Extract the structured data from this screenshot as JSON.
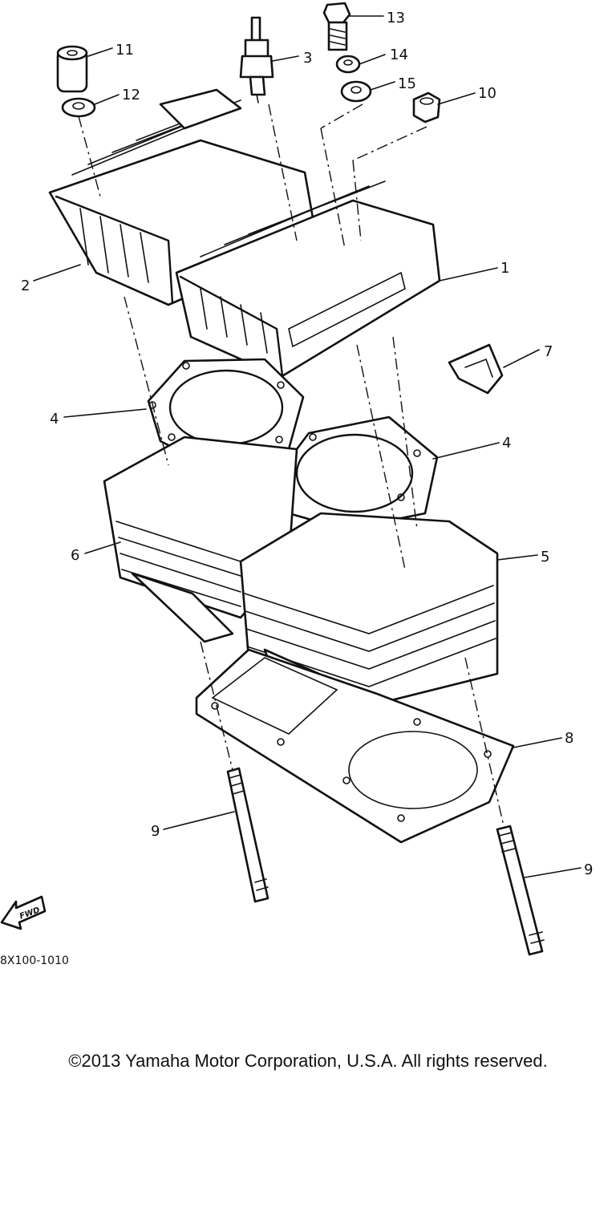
{
  "callouts": [
    {
      "id": "c1",
      "label": "1"
    },
    {
      "id": "c2",
      "label": "2"
    },
    {
      "id": "c3",
      "label": "3"
    },
    {
      "id": "c4a",
      "label": "4"
    },
    {
      "id": "c4b",
      "label": "4"
    },
    {
      "id": "c5",
      "label": "5"
    },
    {
      "id": "c6",
      "label": "6"
    },
    {
      "id": "c7",
      "label": "7"
    },
    {
      "id": "c8",
      "label": "8"
    },
    {
      "id": "c9a",
      "label": "9"
    },
    {
      "id": "c9b",
      "label": "9"
    },
    {
      "id": "c10",
      "label": "10"
    },
    {
      "id": "c11",
      "label": "11"
    },
    {
      "id": "c12",
      "label": "12"
    },
    {
      "id": "c13",
      "label": "13"
    },
    {
      "id": "c14",
      "label": "14"
    },
    {
      "id": "c15",
      "label": "15"
    }
  ],
  "fwd_label": "FWD",
  "diagram_code": "8X100-1010",
  "copyright": "©2013 Yamaha Motor Corporation, U.S.A. All rights reserved."
}
